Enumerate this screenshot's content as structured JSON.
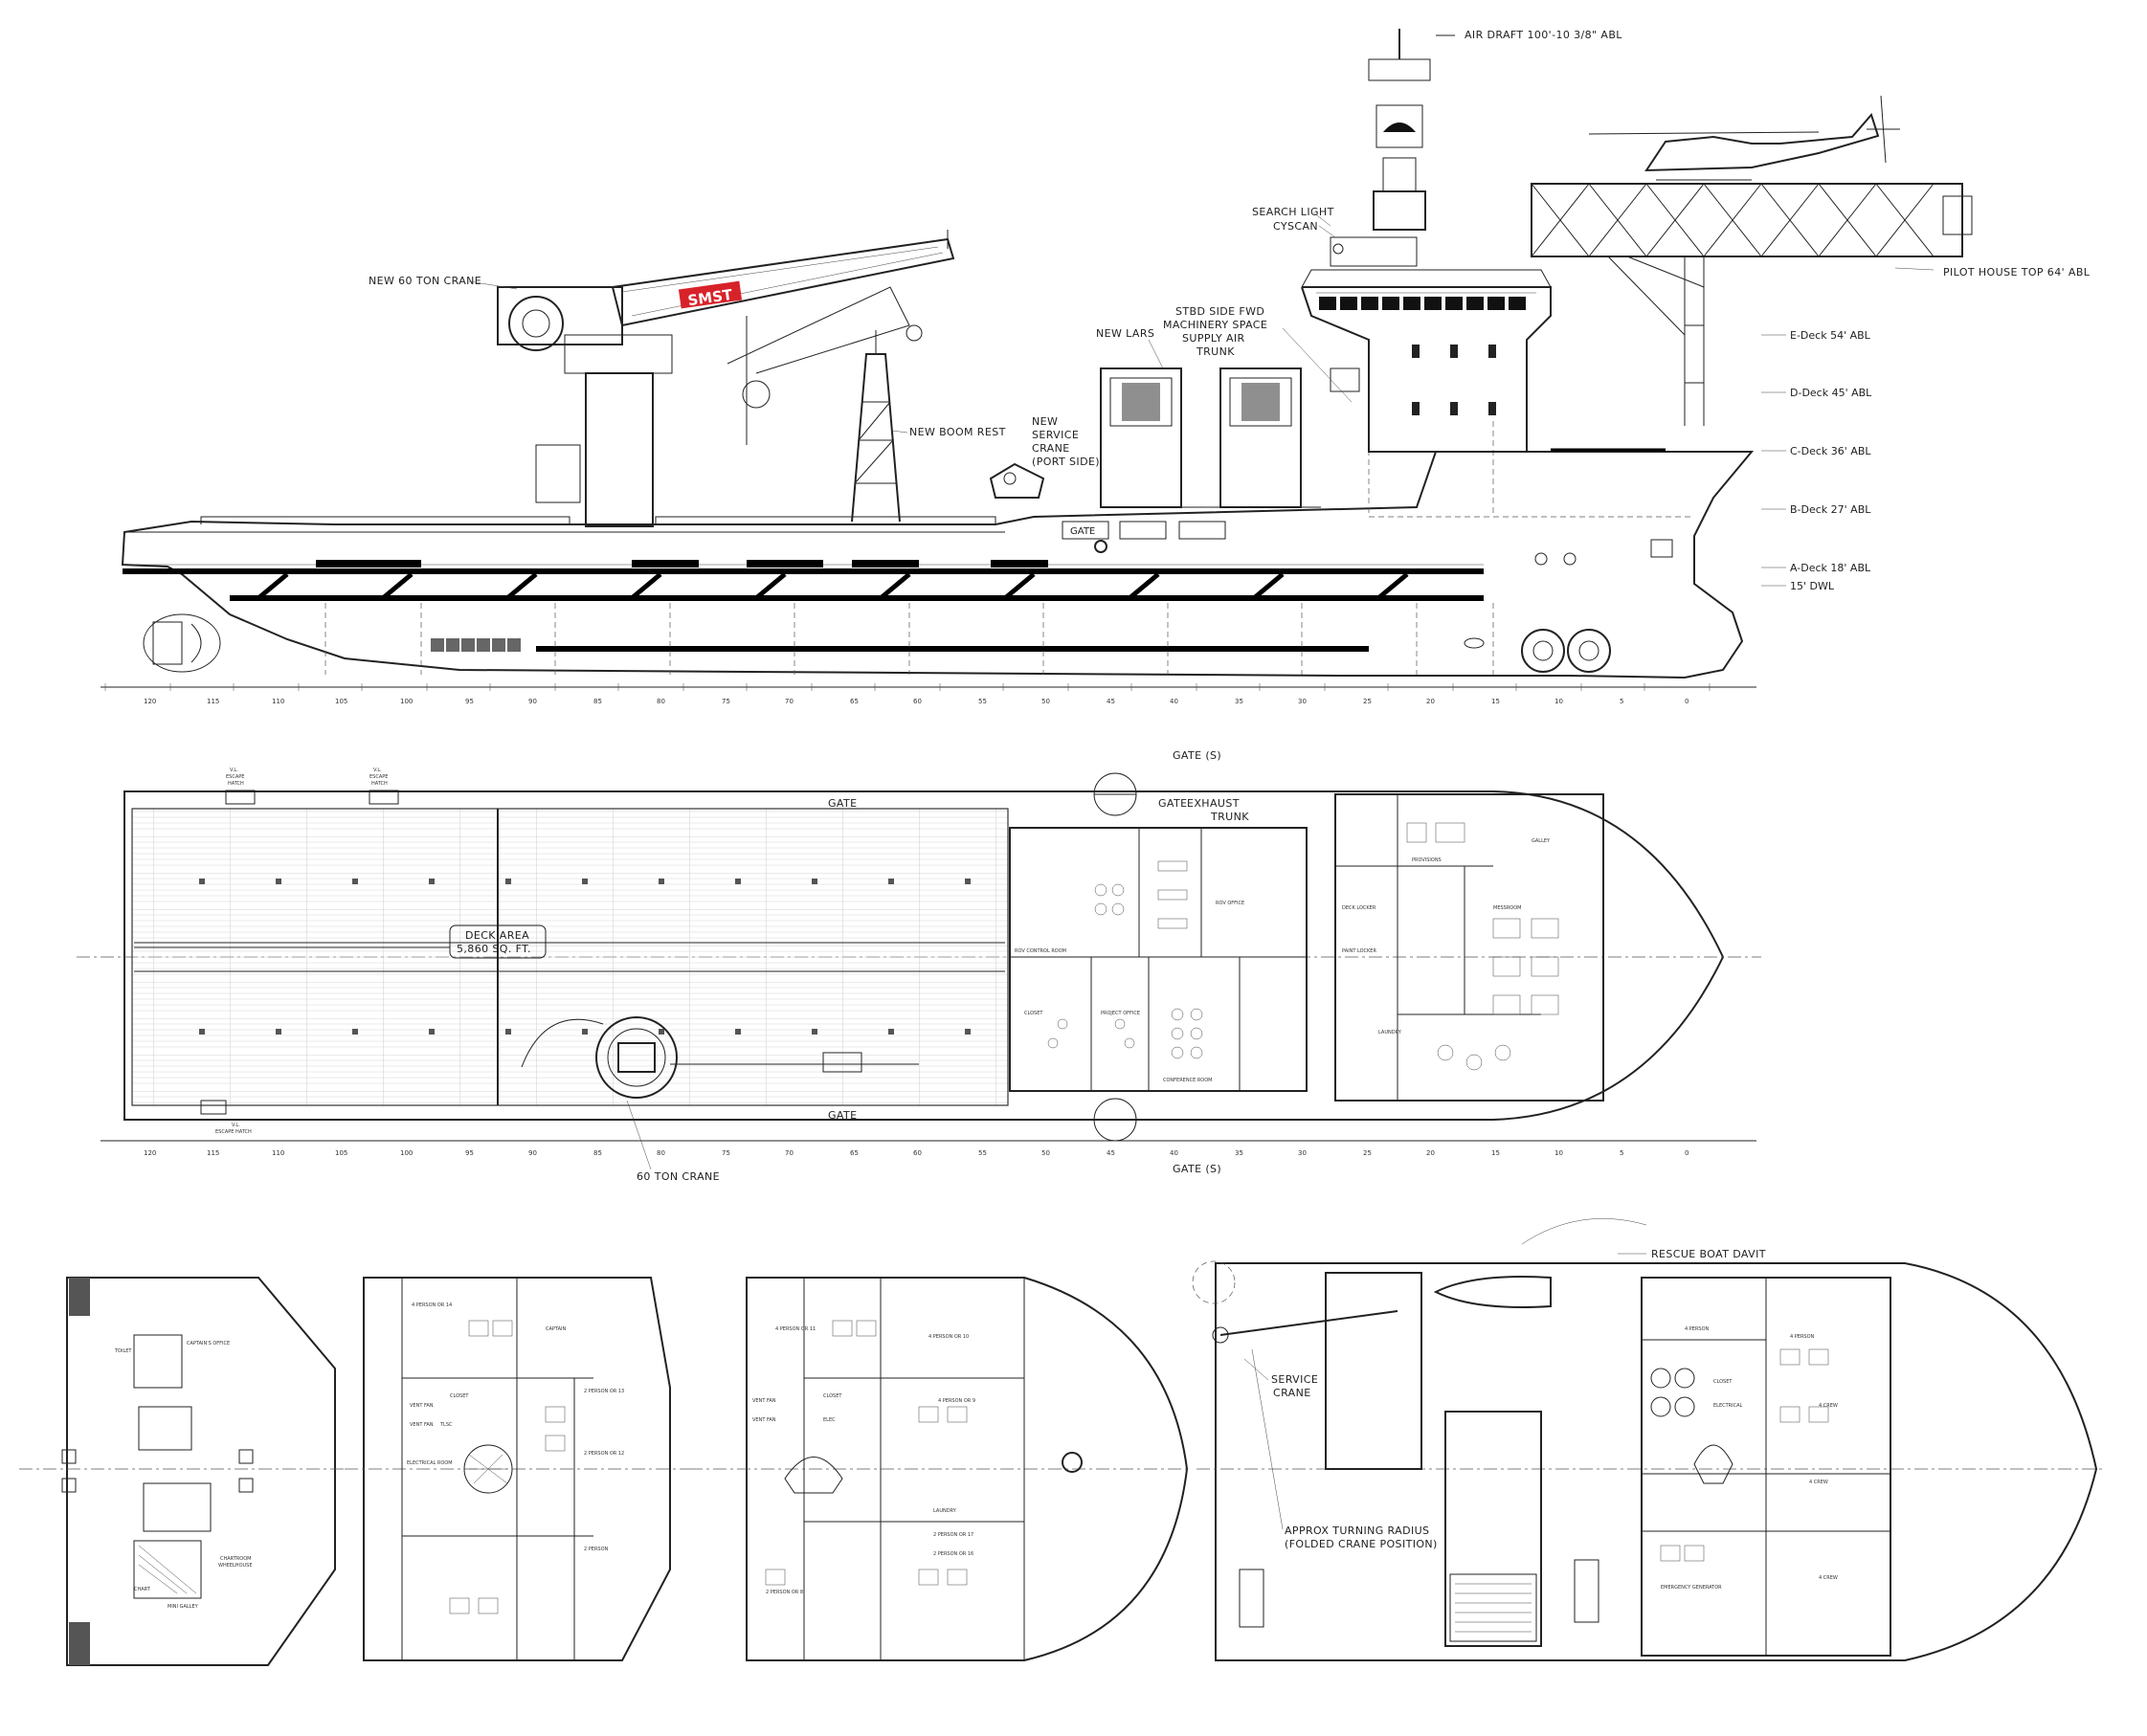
{
  "profile": {
    "air_draft": "AIR DRAFT 100'-10 3/8\" ABL",
    "search_light": "SEARCH LIGHT",
    "cyscan": "CYSCAN",
    "pilot_house_top": "PILOT HOUSE TOP 64' ABL",
    "new_crane": "NEW 60 TON CRANE",
    "crane_brand": "SMST",
    "stbd_trunk": [
      "STBD SIDE FWD",
      "MACHINERY SPACE",
      "SUPPLY AIR",
      "TRUNK"
    ],
    "new_lars": "NEW LARS",
    "new_boom_rest": "NEW BOOM REST",
    "new_service_crane": [
      "NEW",
      "SERVICE",
      "CRANE",
      "(PORT SIDE)"
    ],
    "gate": "GATE",
    "decks": [
      "E-Deck 54' ABL",
      "D-Deck 45' ABL",
      "C-Deck 36' ABL",
      "B-Deck  27' ABL",
      "A-Deck 18' ABL",
      "15' DWL"
    ]
  },
  "frames": [
    "120",
    "115",
    "110",
    "105",
    "100",
    "95",
    "90",
    "85",
    "80",
    "75",
    "70",
    "65",
    "60",
    "55",
    "50",
    "45",
    "40",
    "35",
    "30",
    "25",
    "20",
    "15",
    "10",
    "5",
    "0"
  ],
  "main_deck": {
    "vl_escape_hatch": [
      "V.L.",
      "ESCAPE",
      "HATCH"
    ],
    "escape_hatch_bottom": [
      "V.L.",
      "ESCAPE HATCH"
    ],
    "gate_s_top": "GATE (S)",
    "gate_s_bottom": "GATE (S)",
    "gate": "GATE",
    "exhaust_trunk": [
      "EXHAUST",
      "TRUNK"
    ],
    "deck_area": [
      "DECK AREA",
      "5,860 SQ. FT."
    ],
    "crane_60": "60 TON CRANE",
    "rooms": [
      "PROVISIONS",
      "GALLEY",
      "MESSROOM",
      "DECK LOCKER",
      "PAINT LOCKER",
      "LAUNDRY",
      "CONFERENCE ROOM",
      "PROJECT OFFICE",
      "CLOSET",
      "ROV CONTROL ROOM",
      "ROV OFFICE"
    ]
  },
  "upper_decks": {
    "wheelhouse": {
      "captains_office": "CAPTAIN'S OFFICE",
      "toilet": "TOILET",
      "chartroom": [
        "CHARTROOM",
        "WHEELHOUSE"
      ],
      "chart": "CHART",
      "mini_galley": "MINI GALLEY"
    },
    "deck_d": {
      "cabins": [
        "4 PERSON OR 14",
        "CAPTAIN",
        "2 PERSON OR 13",
        "2 PERSON OR 12",
        "2 PERSON"
      ],
      "rooms": [
        "VENT FAN",
        "VENT FAN",
        "CLOSET",
        "ELECTRICAL ROOM",
        "TLSC"
      ]
    },
    "deck_c": {
      "cabins": [
        "4 PERSON OR 11",
        "4 PERSON OR 10",
        "4 PERSON OR 9",
        "2 PERSON OR 8",
        "2 PERSON OR 17",
        "2 PERSON OR 16"
      ],
      "rooms": [
        "VENT FAN",
        "VENT FAN",
        "CLOSET",
        "ELEC",
        "LAUNDRY"
      ]
    },
    "deck_b": {
      "rescue_boat_davit": "RESCUE BOAT DAVIT",
      "service_crane": [
        "SERVICE",
        "CRANE"
      ],
      "turning_radius": [
        "APPROX TURNING RADIUS",
        "(FOLDED CRANE POSITION)"
      ],
      "cabins": [
        "4 PERSON",
        "4 PERSON",
        "4 CREW",
        "4 CREW",
        "4 CREW"
      ],
      "rooms": [
        "EMERGENCY GENERATOR",
        "ELECTRICAL",
        "CLOSET"
      ]
    }
  }
}
